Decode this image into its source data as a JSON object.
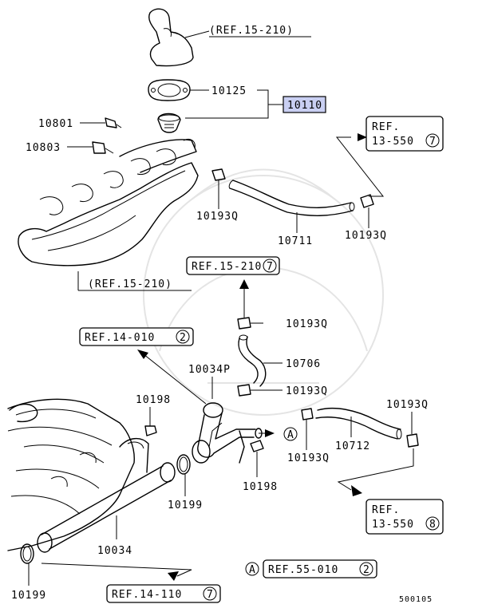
{
  "diagram_id": "500105",
  "parts": {
    "thermostat_assy": "10110",
    "gasket": "10125",
    "sensor_upper": "10801",
    "sensor_lower": "10803",
    "hose_upper": "10711",
    "hose_middle": "10706",
    "hose_lower_right": "10712",
    "pipe_fitting": "10034P",
    "water_pipe": "10034",
    "o_ring": "10199",
    "bolt": "10198",
    "clamp": "10193Q"
  },
  "refs": {
    "housing": "(REF.15-210)",
    "manifold": "(REF.15-210)",
    "ref_13_550_top": "REF.\n13-550",
    "ref_13_550_top_line1": "REF.",
    "ref_13_550_top_line2": "13-550",
    "ref_13_550_top_num": "7",
    "ref_15_210": "REF.15-210",
    "ref_15_210_num": "7",
    "ref_14_010": "REF.14-010",
    "ref_14_010_num": "2",
    "ref_13_550_bottom_line1": "REF.",
    "ref_13_550_bottom_line2": "13-550",
    "ref_13_550_bottom_num": "8",
    "ref_55_010": "REF.55-010",
    "ref_55_010_num": "2",
    "ref_14_110": "REF.14-110",
    "ref_14_110_num": "7",
    "marker_a": "A"
  }
}
